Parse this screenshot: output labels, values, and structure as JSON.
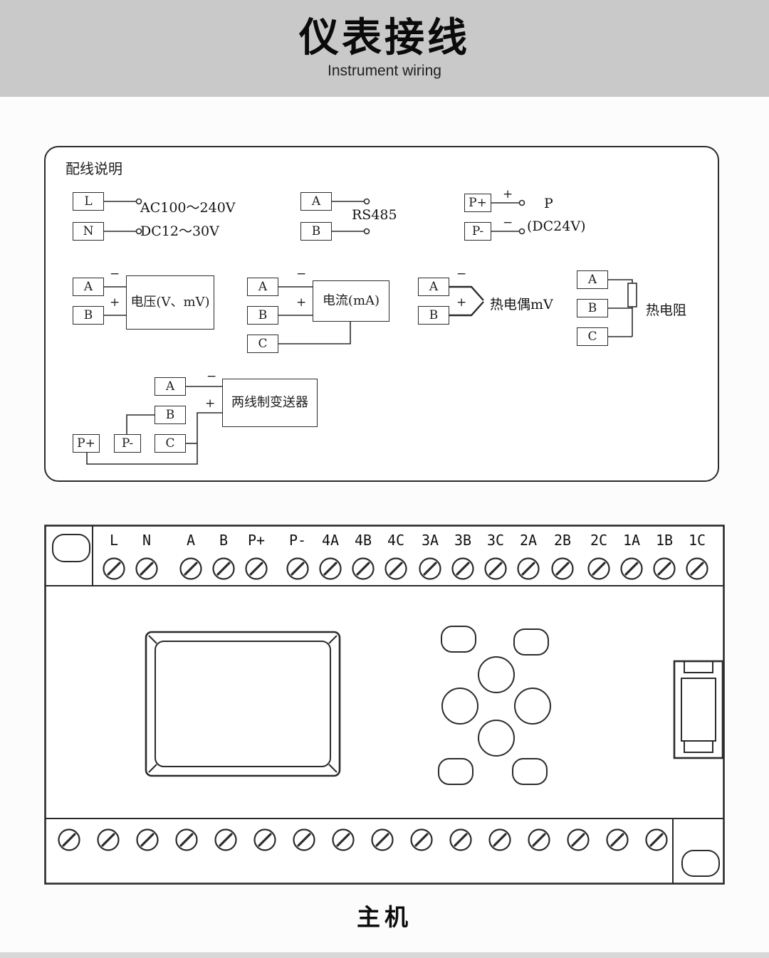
{
  "header": {
    "title": "仪表接线",
    "subtitle": "Instrument wiring"
  },
  "panel": {
    "title": "配线说明",
    "power": {
      "terminal_l": "L",
      "terminal_n": "N",
      "line1": "AC100～240V",
      "line2": "DC12～30V"
    },
    "rs485": {
      "terminal_a": "A",
      "terminal_b": "B",
      "label": "RS485"
    },
    "dc_out": {
      "terminal_pp": "P+",
      "terminal_pm": "P-",
      "plus": "+",
      "minus": "−",
      "label_line1": "P",
      "label_line2": "(DC24V)"
    },
    "voltage": {
      "terminal_a": "A",
      "terminal_b": "B",
      "minus": "−",
      "plus": "+",
      "label": "电压(V、mV)"
    },
    "current": {
      "terminal_a": "A",
      "terminal_b": "B",
      "terminal_c": "C",
      "minus": "−",
      "plus": "+",
      "label": "电流(mA)"
    },
    "thermocouple": {
      "terminal_a": "A",
      "terminal_b": "B",
      "minus": "−",
      "plus": "+",
      "label": "热电偶mV"
    },
    "rtd": {
      "terminal_a": "A",
      "terminal_b": "B",
      "terminal_c": "C",
      "label": "热电阻"
    },
    "transmitter": {
      "terminal_a": "A",
      "terminal_b": "B",
      "terminal_c": "C",
      "terminal_pp": "P+",
      "terminal_pm": "P-",
      "minus": "−",
      "plus": "+",
      "label": "两线制变送器"
    }
  },
  "device": {
    "top_terminals": [
      "L",
      "N",
      "A",
      "B",
      "P+",
      "P-",
      "4A",
      "4B",
      "4C",
      "3A",
      "3B",
      "3C",
      "2A",
      "2B",
      "2C",
      "1A",
      "1B",
      "1C"
    ],
    "caption": "主机"
  },
  "colors": {
    "line": "#2b2b2b",
    "banner": "#c9c9c9"
  }
}
